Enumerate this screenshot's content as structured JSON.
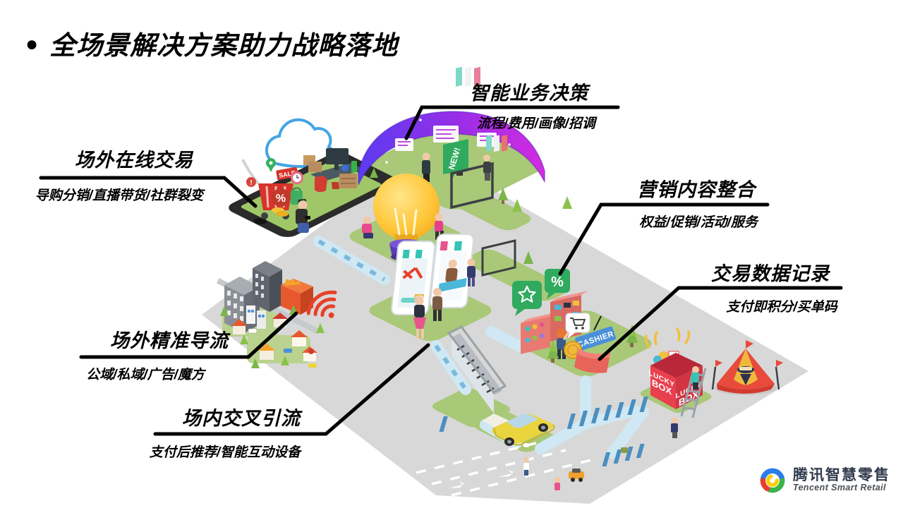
{
  "title": {
    "bullet": "●",
    "text": "全场景解决方案助力战略落地"
  },
  "callouts": {
    "smart_decision": {
      "title": "智能业务决策",
      "subtitle": "流程/费用/画像/招调"
    },
    "offsite_online": {
      "title": "场外在线交易",
      "subtitle": "导购分销/直播带货/社群裂变"
    },
    "marketing": {
      "title": "营销内容整合",
      "subtitle": "权益/促销/活动/服务"
    },
    "transaction": {
      "title": "交易数据记录",
      "subtitle": "支付即积分/买单码"
    },
    "offsite_traffic": {
      "title": "场外精准导流",
      "subtitle": "公域/私域/广告/魔方"
    },
    "insite_traffic": {
      "title": "场内交叉引流",
      "subtitle": "支付后推荐/智能互动设备"
    }
  },
  "illustration": {
    "new_sign": "NEW!",
    "sale_tag": "SALE",
    "percent_badge": "%",
    "cashier_sign": "CASHIER",
    "lucky_line1": "LUCKY",
    "lucky_line2": "BOX"
  },
  "logo": {
    "cn": "腾讯智慧零售",
    "en": "Tencent Smart Retail"
  },
  "colors": {
    "ground_gray": "#d8d8d8",
    "platform_green": "#a9c878",
    "path_blue": "#3aa2da",
    "bubble_green": "#2faa5e",
    "wifi_red": "#e8402a",
    "dome_purple": "#8a2be2",
    "bulb_yellow": "#f6b71f"
  }
}
